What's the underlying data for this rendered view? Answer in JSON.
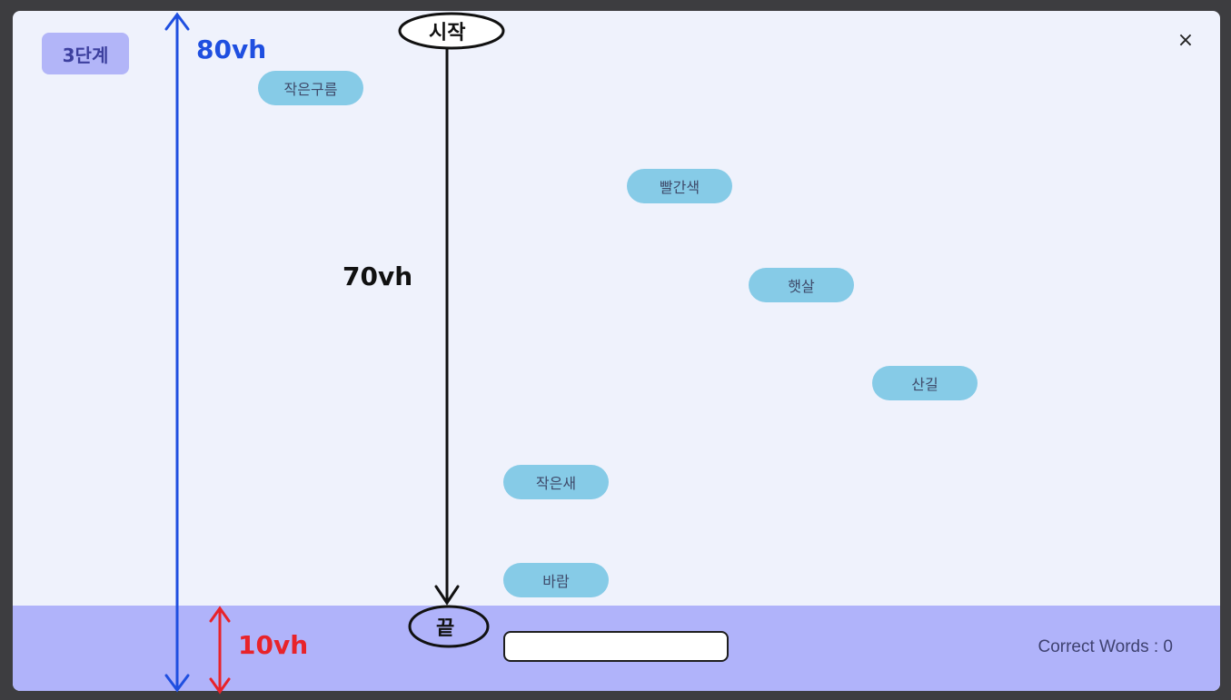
{
  "level": {
    "label": "3단계"
  },
  "close": {
    "label": "×"
  },
  "words": [
    {
      "text": "작은구름"
    },
    {
      "text": "빨간색"
    },
    {
      "text": "햇살"
    },
    {
      "text": "산길"
    },
    {
      "text": "작은새"
    },
    {
      "text": "바람"
    }
  ],
  "input": {
    "value": "",
    "placeholder": ""
  },
  "score": {
    "text": "Correct Words : 0"
  },
  "annotations": {
    "start": "시작",
    "end": "끝",
    "total_height": "80vh",
    "fall_height": "70vh",
    "bar_height": "10vh"
  },
  "colors": {
    "modal_bg": "#eff2fc",
    "bottom_bar": "#b0b3fa",
    "word_pill": "#86cbe7",
    "level_badge": "#b2b5f8",
    "annotation_blue": "#1f4fe0",
    "annotation_red": "#e8232a"
  }
}
